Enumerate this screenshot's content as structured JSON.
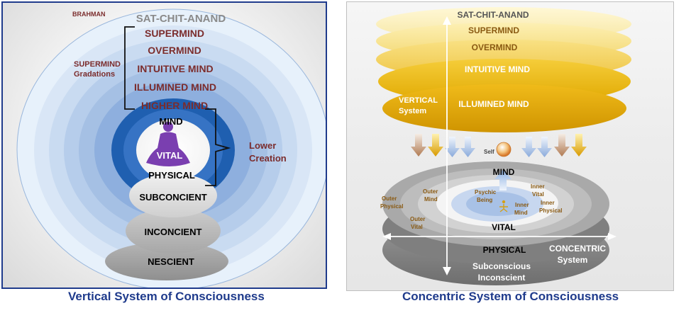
{
  "vertical": {
    "brahman": "BRAHMAN",
    "levels": [
      "SAT-CHIT-ANAND",
      "SUPERMIND",
      "OVERMIND",
      "INTUITIVE MIND",
      "ILLUMINED MIND",
      "HIGHER MIND"
    ],
    "inner": [
      "MIND",
      "VITAL",
      "PHYSICAL"
    ],
    "lower": [
      "SUBCONCIENT",
      "INCONCIENT",
      "NESCIENT"
    ],
    "supermind_gradations": [
      "SUPERMIND",
      "Gradations"
    ],
    "lower_creation": [
      "Lower",
      "Creation"
    ],
    "caption": "Vertical  System of Consciousness"
  },
  "concentric": {
    "layers": [
      "SAT-CHIT-ANAND",
      "SUPERMIND",
      "OVERMIND",
      "INTUITIVE MIND",
      "ILLUMINED MIND"
    ],
    "vertical_system": [
      "VERTICAL",
      "System"
    ],
    "self": "Self",
    "mind": "MIND",
    "vital": "VITAL",
    "physical": "PHYSICAL",
    "subconscious": "Subconscious",
    "inconscient": "Inconscient",
    "psychic_being": [
      "Psychic",
      "Being"
    ],
    "inner_vital": [
      "Inner",
      "Vital"
    ],
    "inner_mind": [
      "Inner",
      "Mind"
    ],
    "inner_physical": [
      "Inner",
      "Physical"
    ],
    "outer_mind": [
      "Outer",
      "Mind"
    ],
    "outer_physical": [
      "Outer",
      "Physical"
    ],
    "outer_vital": [
      "Outer",
      "Vital"
    ],
    "concentric_system": [
      "CONCENTRIC",
      "System"
    ],
    "caption": "Concentric System of Consciousness"
  },
  "colors": {
    "title_blue": "#1f3b8c",
    "maroon": "#7b2c2c",
    "grey_label": "#8a8a8a",
    "ring_dark": "#1f5fb0",
    "ring_mid": "#4d86cc",
    "violet": "#7a3fb0",
    "gold": "#e0a800",
    "brown_label": "#8a5a12"
  }
}
